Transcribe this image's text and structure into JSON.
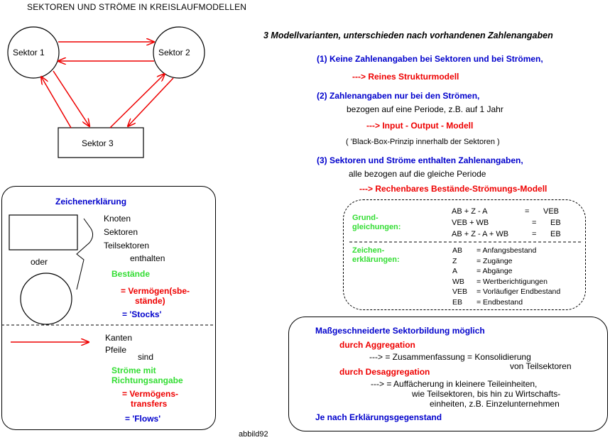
{
  "title": "SEKTOREN UND STRÖME IN KREISLAUFMODELLEN",
  "nodes": {
    "s1": "Sektor 1",
    "s2": "Sektor 2",
    "s3": "Sektor 3"
  },
  "variants": {
    "heading": "3 Modellvarianten, unterschieden nach vorhandenen Zahlenangaben",
    "v1": {
      "label": "(1) Keine Zahlenangaben bei Sektoren und bei Strömen,",
      "result": "--->  Reines Strukturmodell"
    },
    "v2": {
      "label": "(2) Zahlenangaben nur bei den Strömen,",
      "sub": "bezogen auf eine Periode, z.B. auf 1 Jahr",
      "result": "--->  Input - Output - Modell",
      "note": "( 'Black-Box-Prinzip innerhalb der Sektoren )"
    },
    "v3": {
      "label": "(3) Sektoren und Ströme enthalten Zahlenangaben,",
      "sub": "alle bezogen auf die gleiche Periode",
      "result": "--->  Rechenbares Bestände-Strömungs-Modell"
    }
  },
  "equations": {
    "label_line1": "Grund-",
    "label_line2": "gleichungen:",
    "rows": [
      [
        "AB + Z -  A",
        "=",
        "VEB"
      ],
      [
        "VEB + WB",
        "=",
        "EB"
      ],
      [
        "AB + Z - A + WB",
        "=",
        "EB"
      ]
    ],
    "legend_label_line1": "Zeichen-",
    "legend_label_line2": "erklärungen:",
    "legend_rows": [
      [
        "AB",
        "= Anfangsbestand"
      ],
      [
        "Z",
        "= Zugänge"
      ],
      [
        "A",
        "= Abgänge"
      ],
      [
        "WB",
        "= Wertberichtigungen"
      ],
      [
        "VEB",
        "= Vorläufiger Endbestand"
      ],
      [
        "EB",
        "= Endbestand"
      ]
    ]
  },
  "legend": {
    "heading": "Zeichenerklärung",
    "nodes_words": [
      "Knoten",
      "Sektoren",
      "Teilsektoren"
    ],
    "enthalten": "enthalten",
    "oder": "oder",
    "bestaende": "Bestände",
    "vermoegen_line1": "= Vermögen(sbe-",
    "vermoegen_line2": "stände)",
    "stocks": "= 'Stocks'",
    "edges_words": [
      "Kanten",
      "Pfeile"
    ],
    "sind": "sind",
    "stroeme_line1": "Ströme mit",
    "stroeme_line2": "Richtungsangabe",
    "transfers_line1": "= Vermögens-",
    "transfers_line2": "transfers",
    "flows": "= 'Flows'"
  },
  "sektorbildung": {
    "heading": "Maßgeschneiderte Sektorbildung möglich",
    "aggregation": "durch Aggregation",
    "aggregation_desc1": "---> = Zusammenfassung = Konsolidierung",
    "aggregation_desc2": "von Teilsektoren",
    "desaggregation": "durch Desaggregation",
    "desaggregation_desc1": "---> = Auffächerung in kleinere Teileinheiten,",
    "desaggregation_desc2": "wie Teilsektoren, bis hin zu Wirtschafts-",
    "desaggregation_desc3": "einheiten, z.B.  Einzelunternehmen",
    "footer": "Je nach Erklärungsgegenstand"
  },
  "figure_id": "abbild92",
  "colors": {
    "blue": "#0000cc",
    "red": "#ee0000",
    "green": "#33dd33"
  }
}
